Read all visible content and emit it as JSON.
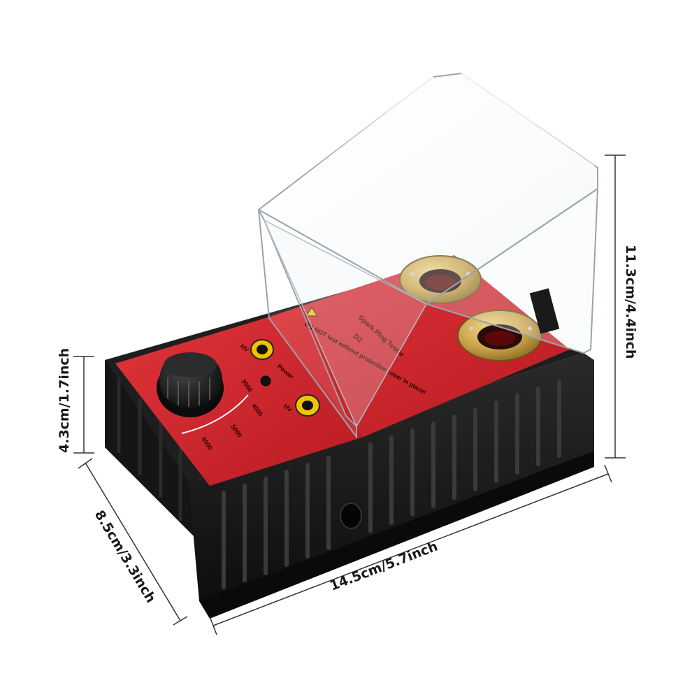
{
  "dimensions": {
    "height_cover": "11.3cm/4.4inch",
    "height_body": "4.3cm/1.7inch",
    "depth": "8.5cm/3.3inch",
    "width": "14.5cm/5.7inch"
  },
  "device": {
    "plate_title": "Spark Plug Tester",
    "plate_model": "D2",
    "plate_warning": "DO NOT test without protective cover in place!",
    "power_label": "Power",
    "hv_label_top": "HV",
    "hv_label_bottom": "HV",
    "dial_marks": [
      "3000",
      "4000",
      "5000",
      "6000"
    ]
  },
  "colors": {
    "body": "#1c1c1c",
    "panel": "#d8242b",
    "brass": "#c9a24a",
    "jack": "#f2c400"
  }
}
